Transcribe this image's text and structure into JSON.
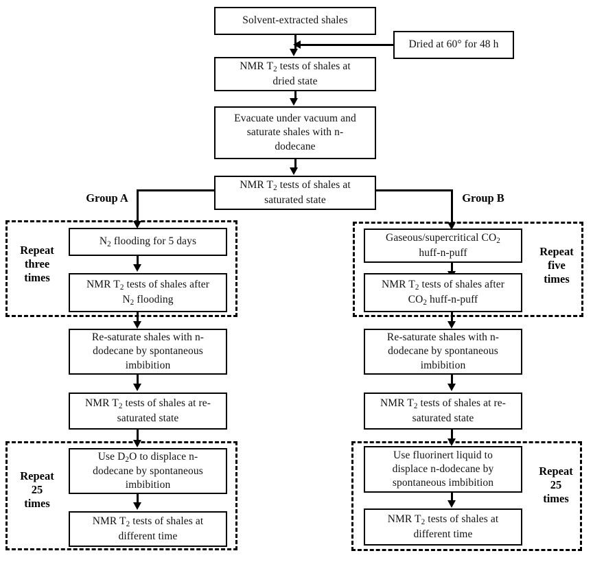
{
  "diagram": {
    "title": "Experimental workflow flowchart for NMR T2 shale tests",
    "colors": {
      "line": "#000000",
      "box_border": "#000000",
      "background": "#ffffff"
    },
    "nodes": {
      "solvent_extracted": "Solvent-extracted shales",
      "dried_note": "Dried at 60° for 48 h",
      "nmr_dried": "NMR T2 tests of shales at dried state",
      "evacuate": "Evacuate under vacuum and saturate shales with n-dodecane",
      "nmr_saturated": "NMR T2 tests of shales at saturated state",
      "n2_flooding": "N2 flooding for 5 days",
      "nmr_after_n2": "NMR T2 tests of shales after N2 flooding",
      "co2_huff": "Gaseous/supercritical CO2 huff-n-puff",
      "nmr_after_co2": "NMR T2 tests of shales after CO2 huff-n-puff",
      "resaturate_left": "Re-saturate shales with n-dodecane by spontaneous imbibition",
      "nmr_resaturated_left": "NMR T2 tests of shales at re-saturated state",
      "resaturate_right": "Re-saturate shales with n-dodecane by spontaneous imbibition",
      "nmr_resaturated_right": "NMR T2 tests of shales at re-saturated state",
      "d2o_displace": "Use D2O to displace n-dodecane by spontaneous imbibition",
      "nmr_diff_time_left": "NMR T2 tests of shales at different time",
      "fluorinert_displace": "Use fluorinert liquid to displace n-dodecane by spontaneous imbibition",
      "nmr_diff_time_right": "NMR T2 tests of shales at different time"
    },
    "labels": {
      "group_a": "Group A",
      "group_b": "Group B",
      "repeat_three": "Repeat\nthree\ntimes",
      "repeat_five": "Repeat\nfive\ntimes",
      "repeat_25_left": "Repeat\n25\ntimes",
      "repeat_25_right": "Repeat\n25\ntimes"
    }
  }
}
